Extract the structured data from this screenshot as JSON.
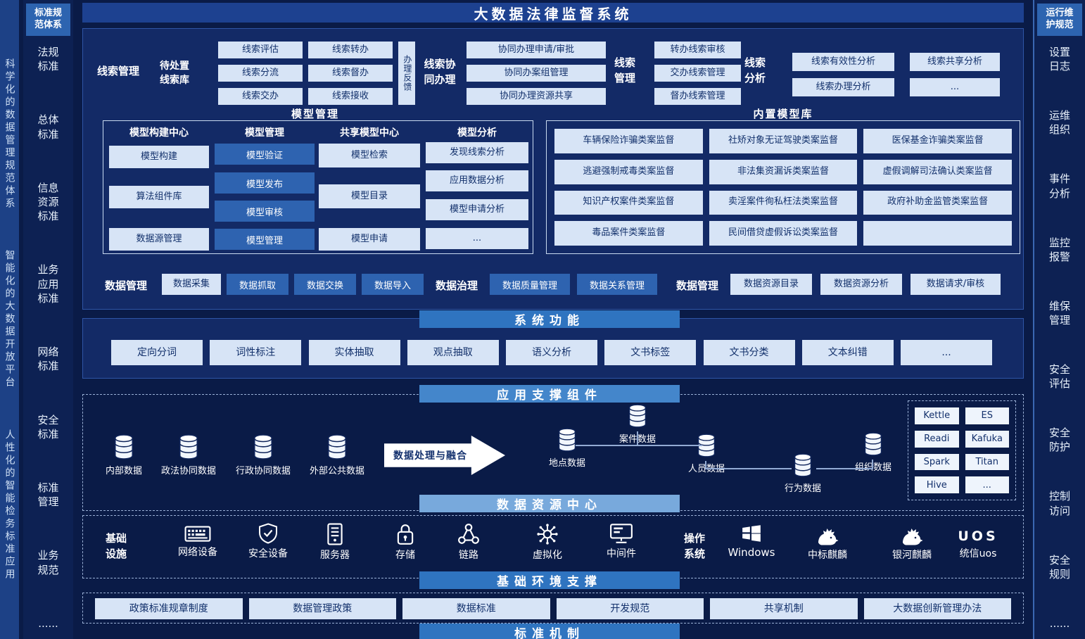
{
  "palette": {
    "page_bg": "#0a1b47",
    "panel_bg": "#132a66",
    "box_light": "#d7e4f6",
    "box_blue": "#2e63b0",
    "banner_blue": "#2f74c0",
    "banner_mid": "#4486cb",
    "banner_light": "#78a9dc",
    "rail_accent": "#2d64b0"
  },
  "left_rail": {
    "phrases": [
      "科学化的数据管理规范体系",
      "智能化的大数据开放平台",
      "人性化的智能检务标准应用"
    ]
  },
  "standards_rail": {
    "title": "标准规范体系",
    "items": [
      "法规标准",
      "总体标准",
      "信息资源标准",
      "业务应用标准",
      "网络标准",
      "安全标准",
      "标准管理",
      "业务规范",
      "......"
    ]
  },
  "ops_rail": {
    "title": "运行维护规范",
    "items": [
      "设置日志",
      "运维组织",
      "事件分析",
      "监控报警",
      "维保管理",
      "安全评估",
      "安全防护",
      "控制访问",
      "安全规则",
      "......"
    ]
  },
  "header": {
    "title": "大数据法律监督系统"
  },
  "clue": {
    "label_manage": "线索管理",
    "pending": "待处置线索库",
    "col1": [
      "线索评估",
      "线索分流",
      "线索交办"
    ],
    "col2": [
      "线索转办",
      "线索督办",
      "线索接收"
    ],
    "feedback": "办理反馈",
    "label_collab": "线索协同办理",
    "col3": [
      "协同办理申请/审批",
      "协同办案组管理",
      "协同办理资源共享"
    ],
    "label_manage2": "线索管理",
    "col4": [
      "转办线索审核",
      "交办线索管理",
      "督办线索管理"
    ],
    "label_analysis": "线索分析",
    "col5": [
      "线索有效性分析",
      "线索办理分析"
    ],
    "col6": [
      "线索共享分析",
      "..."
    ]
  },
  "model": {
    "title": "模型管理",
    "columns": [
      {
        "header": "模型构建中心",
        "items": [
          "模型构建",
          "算法组件库",
          "数据源管理"
        ]
      },
      {
        "header": "模型管理",
        "items": [
          "模型验证",
          "模型发布",
          "模型审核",
          "模型管理"
        ]
      },
      {
        "header": "共享模型中心",
        "items": [
          "模型检索",
          "模型目录",
          "模型申请"
        ]
      },
      {
        "header": "模型分析",
        "items": [
          "发现线索分析",
          "应用数据分析",
          "模型申请分析",
          "..."
        ]
      }
    ]
  },
  "builtin": {
    "title": "内置模型库",
    "items": [
      "车辆保险诈骗类案监督",
      "社矫对象无证驾驶类案监督",
      "医保基金诈骗类案监督",
      "逃避强制戒毒类案监督",
      "非法集资漏诉类案监督",
      "虚假调解司法确认类案监督",
      "知识产权案件类案监督",
      "卖淫案件徇私枉法类案监督",
      "政府补助金监管类案监督",
      "毒品案件类案监督",
      "民间借贷虚假诉讼类案监督",
      ""
    ]
  },
  "data_row": {
    "label1": "数据管理",
    "collect": "数据采集",
    "blue1": [
      "数据抓取",
      "数据交换",
      "数据导入"
    ],
    "label2": "数据治理",
    "blue2": [
      "数据质量管理",
      "数据关系管理"
    ],
    "label3": "数据管理",
    "light": [
      "数据资源目录",
      "数据资源分析",
      "数据请求/审核"
    ]
  },
  "sysfunc": {
    "title": "系统功能",
    "items": [
      "定向分词",
      "词性标注",
      "实体抽取",
      "观点抽取",
      "语义分析",
      "文书标签",
      "文书分类",
      "文本纠错",
      "..."
    ]
  },
  "appsupport": {
    "title": "应用支撑组件",
    "sources": [
      "内部数据",
      "政法协同数据",
      "行政协同数据",
      "外部公共数据"
    ],
    "arrow_label": "数据处理与融合",
    "targets": [
      "案件数据",
      "地点数据",
      "人员数据",
      "行为数据",
      "组织数据"
    ],
    "tools": [
      "Kettle",
      "ES",
      "Readi",
      "Kafuka",
      "Spark",
      "Titan",
      "Hive",
      "..."
    ]
  },
  "banners": {
    "data_center": "数据资源中心",
    "env": "基础环境支撑",
    "bottom": "标准机制"
  },
  "infra": {
    "label": "基础设施",
    "devices": [
      "网络设备",
      "安全设备",
      "服务器",
      "存储",
      "链路",
      "虚拟化",
      "中间件"
    ],
    "os_label": "操作系统",
    "os_items": [
      "Windows",
      "中标麒麟",
      "银河麒麟",
      "统信uos"
    ],
    "uos_logo": "UOS"
  },
  "policies": [
    "政策标准规章制度",
    "数据管理政策",
    "数据标准",
    "开发规范",
    "共享机制",
    "大数据创新管理办法"
  ]
}
